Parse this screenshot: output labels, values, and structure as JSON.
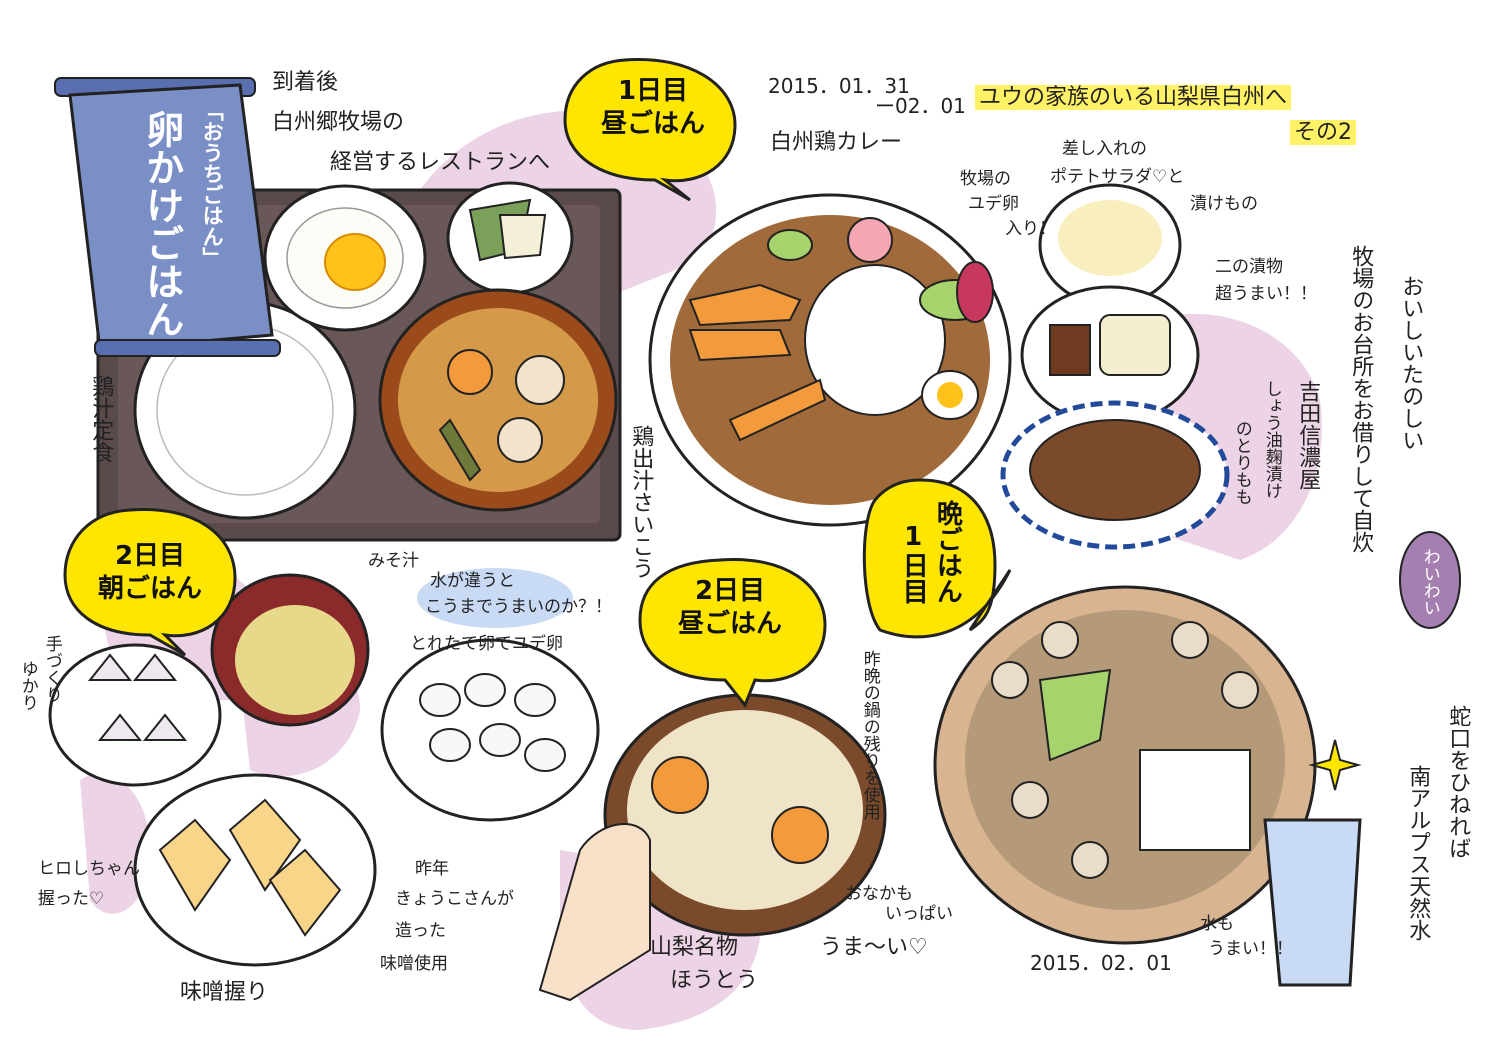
{
  "colors": {
    "pink": "#e7cfe2",
    "yellow": "#ffe600",
    "highlight": "#fff266",
    "scroll_blue": "#7b8fc7",
    "water": "#c9dbf4",
    "tray": "#5a4a4a",
    "bowl_brown": "#9b4a1c",
    "carrot": "#f39a3c",
    "cabbage": "#a6d36b"
  },
  "header": {
    "date_range_1": "2015．01．31",
    "date_range_2": "ー02．01",
    "trip_title": "ユウの家族のいる山梨県白州へ",
    "part": "その2"
  },
  "scroll": {
    "series_label": "「おうちごはん」",
    "title": "卵かけごはん"
  },
  "lunch1": {
    "bubble": "1日目 昼ごはん",
    "bubble_line1": "1日目",
    "bubble_line2": "昼ごはん",
    "intro_1": "到着後",
    "intro_2": "白州郷牧場の",
    "intro_3": "経営するレストランへ",
    "set_meal": "鶏汁定食",
    "curry": "白州鶏カレー",
    "broth_note": "鶏出汁さいこう"
  },
  "dinner1": {
    "bubble_line1": "1日目",
    "bubble_line2": "晩ごはん",
    "egg_note_1": "牧場の",
    "egg_note_2": "ユデ卵",
    "egg_note_3": "入り！",
    "gift_1": "差し入れの",
    "gift_2": "ポテトサラダ♡と",
    "gift_3": "漬けもの",
    "pickle_note_1": "二の漬物",
    "pickle_note_2": "超うまい！！",
    "shop_1": "吉田信濃屋",
    "shop_2": "しょう油麹漬け",
    "shop_3": "のとりもも",
    "kitchen_1": "牧場のお台所をお借りして自炊",
    "kitchen_2": "おいしいたのしい",
    "fun": "わいわい",
    "water_1": "蛇口をひねれば",
    "water_2": "南アルプス天然水",
    "water_taste_1": "水も",
    "water_taste_2": "うまい！！",
    "date": "2015．02．01"
  },
  "breakfast2": {
    "bubble_line1": "2日目",
    "bubble_line2": "朝ごはん",
    "miso_soup": "みそ汁",
    "water_note_1": "水が違うと",
    "water_note_2": "こうまでうまいのか？！",
    "yukari_1": "手づくり",
    "yukari_2": "ゆかり",
    "eggs": "とれたて卵でユデ卵",
    "hiroko_1": "ヒロしちゃん",
    "hiroko_2": "握った♡",
    "miso_1": "昨年",
    "miso_2": "きょうこさんが",
    "miso_3": "造った",
    "miso_4": "味噌使用",
    "miso_onigiri": "味噌握り"
  },
  "lunch2": {
    "bubble_line1": "2日目",
    "bubble_line2": "昼ごはん",
    "leftover": "昨晩の鍋の残りを使用",
    "full_1": "おなかも",
    "full_2": "いっぱい",
    "tasty": "うま〜い♡",
    "specialty_1": "山梨名物",
    "specialty_2": "ほうとう"
  }
}
